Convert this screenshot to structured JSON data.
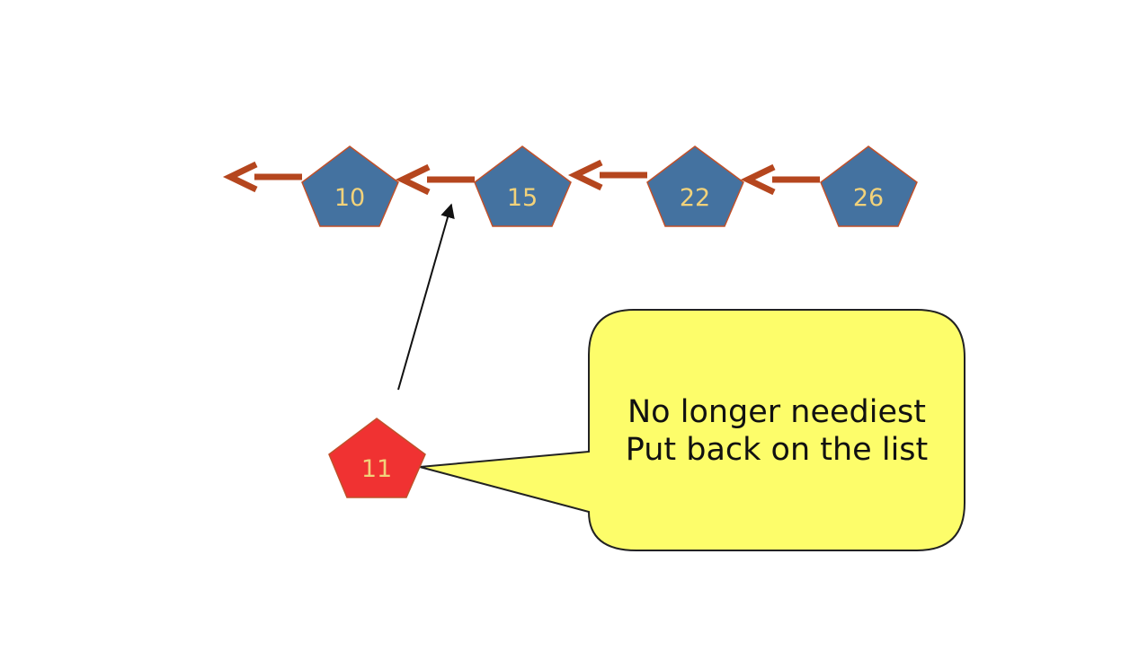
{
  "diagram": {
    "list_nodes": [
      {
        "label": "10"
      },
      {
        "label": "15"
      },
      {
        "label": "22"
      },
      {
        "label": "26"
      }
    ],
    "detached_node": {
      "label": "11"
    },
    "callout": {
      "line1": "No longer neediest",
      "line2": "Put back on the list"
    },
    "colors": {
      "list_node_fill": "#4472a0",
      "list_node_stroke": "#c0502a",
      "detached_node_fill": "#f03232",
      "link_arrow": "#b5461e",
      "label_text": "#f2d27a",
      "callout_fill": "#fdfd6a",
      "callout_stroke": "#222222",
      "pointer_arrow": "#111111"
    }
  }
}
